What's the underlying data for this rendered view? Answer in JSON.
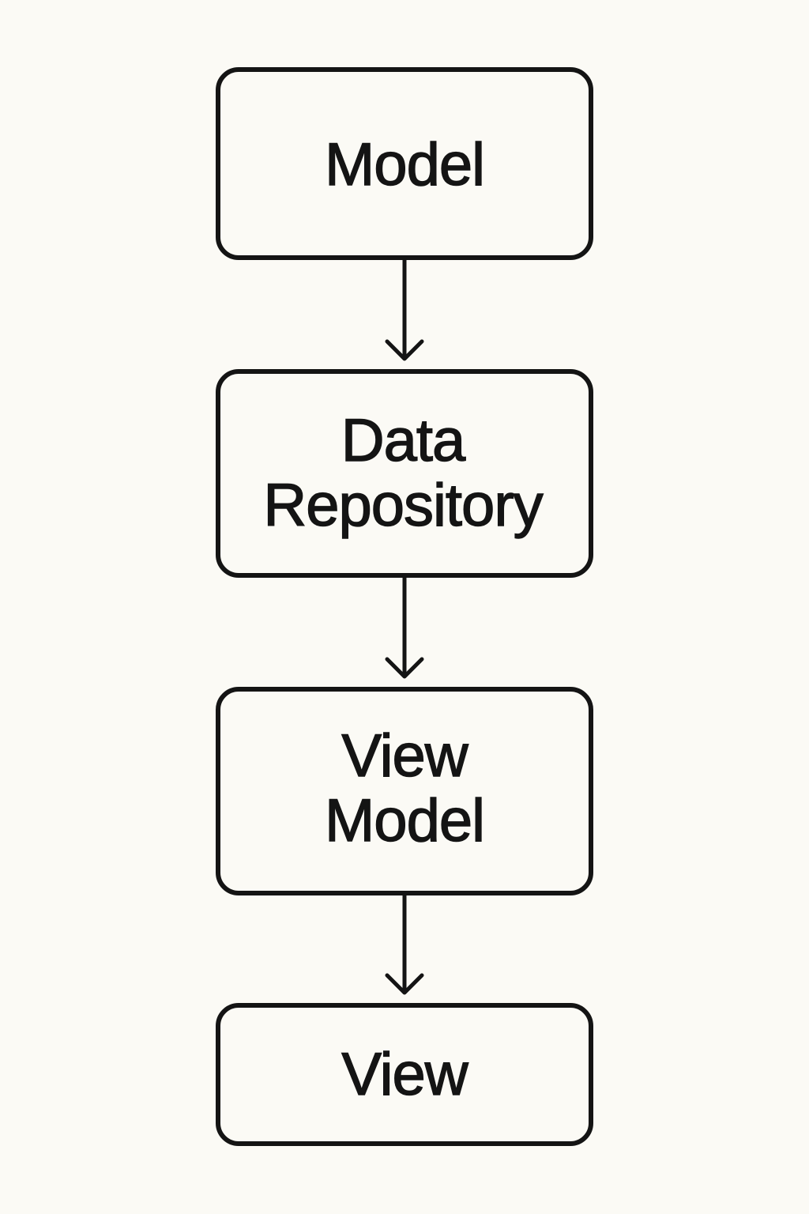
{
  "diagram": {
    "colors": {
      "background": "#fbfaf5",
      "stroke": "#141414",
      "text": "#141414"
    },
    "nodes": [
      {
        "id": "model",
        "lines": [
          "Model"
        ]
      },
      {
        "id": "data-repository",
        "lines": [
          "Data",
          "Repository"
        ]
      },
      {
        "id": "view-model",
        "lines": [
          "View",
          "Model"
        ]
      },
      {
        "id": "view",
        "lines": [
          "View"
        ]
      }
    ],
    "edges": [
      {
        "from": "model",
        "to": "data-repository"
      },
      {
        "from": "data-repository",
        "to": "view-model"
      },
      {
        "from": "view-model",
        "to": "view"
      }
    ]
  }
}
